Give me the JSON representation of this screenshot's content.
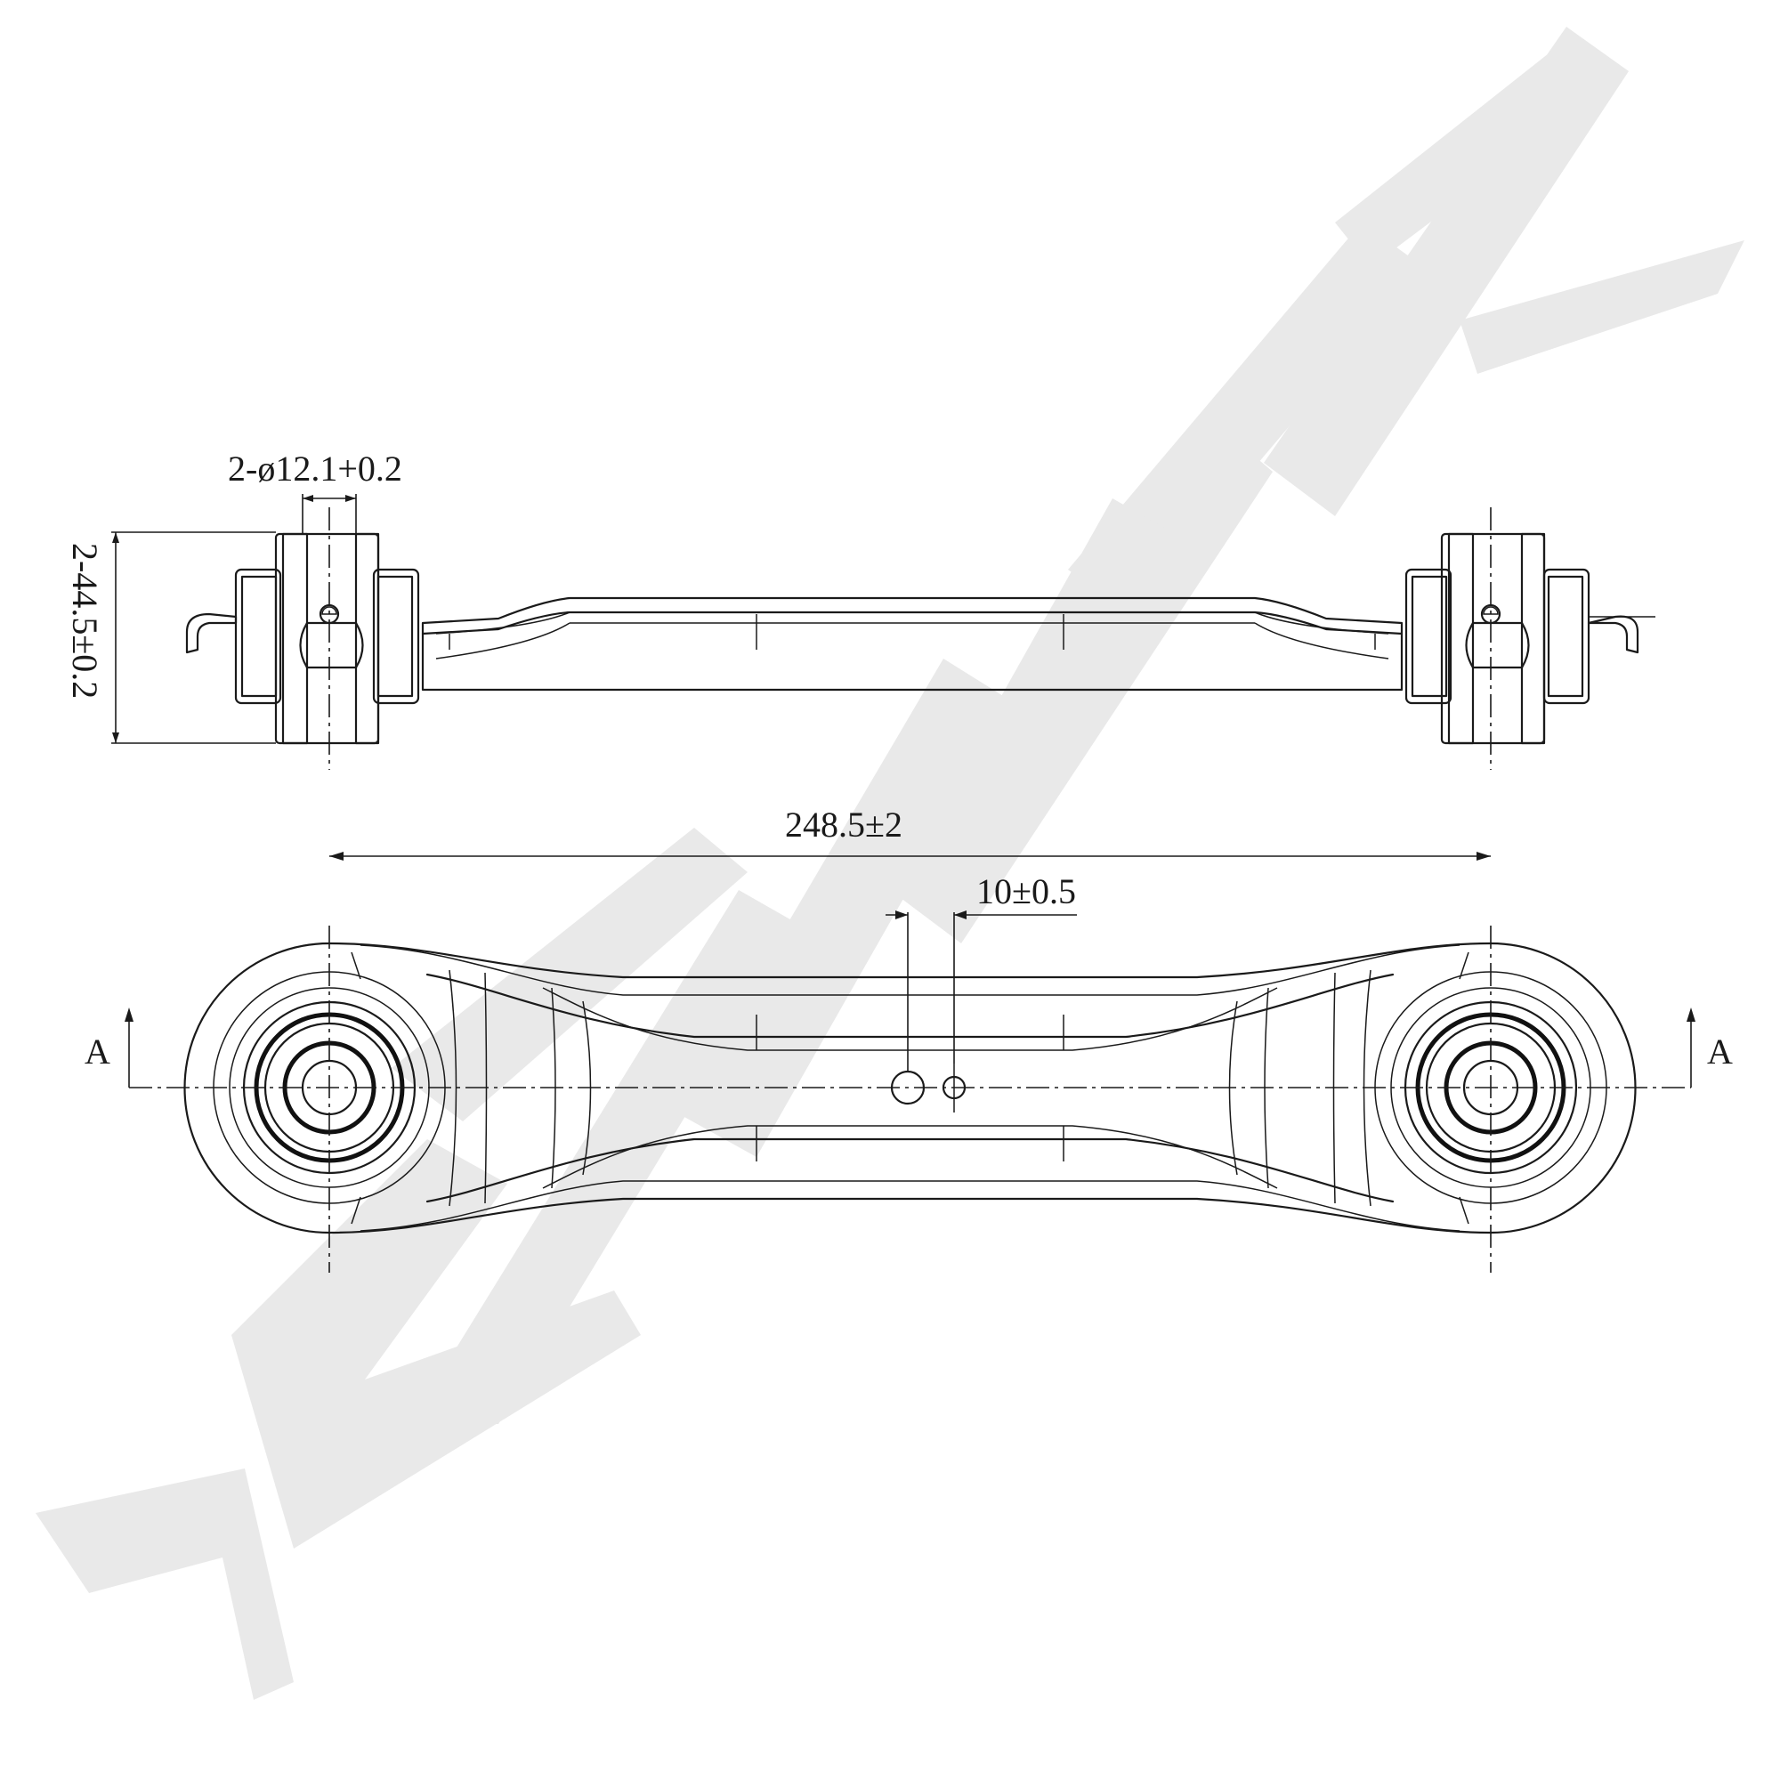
{
  "watermark": "ZENNEK",
  "dimensions": {
    "bore_diameter": "2-ø12.1+0.2",
    "bushing_height": "2-44.5±0.2",
    "center_distance": "248.5±2",
    "hole_offset": "10±0.5"
  },
  "section_marks": {
    "left": "A",
    "right": "A"
  },
  "colors": {
    "line": "#1a1a1a",
    "watermark": "#e9e9e9",
    "background": "#ffffff"
  }
}
